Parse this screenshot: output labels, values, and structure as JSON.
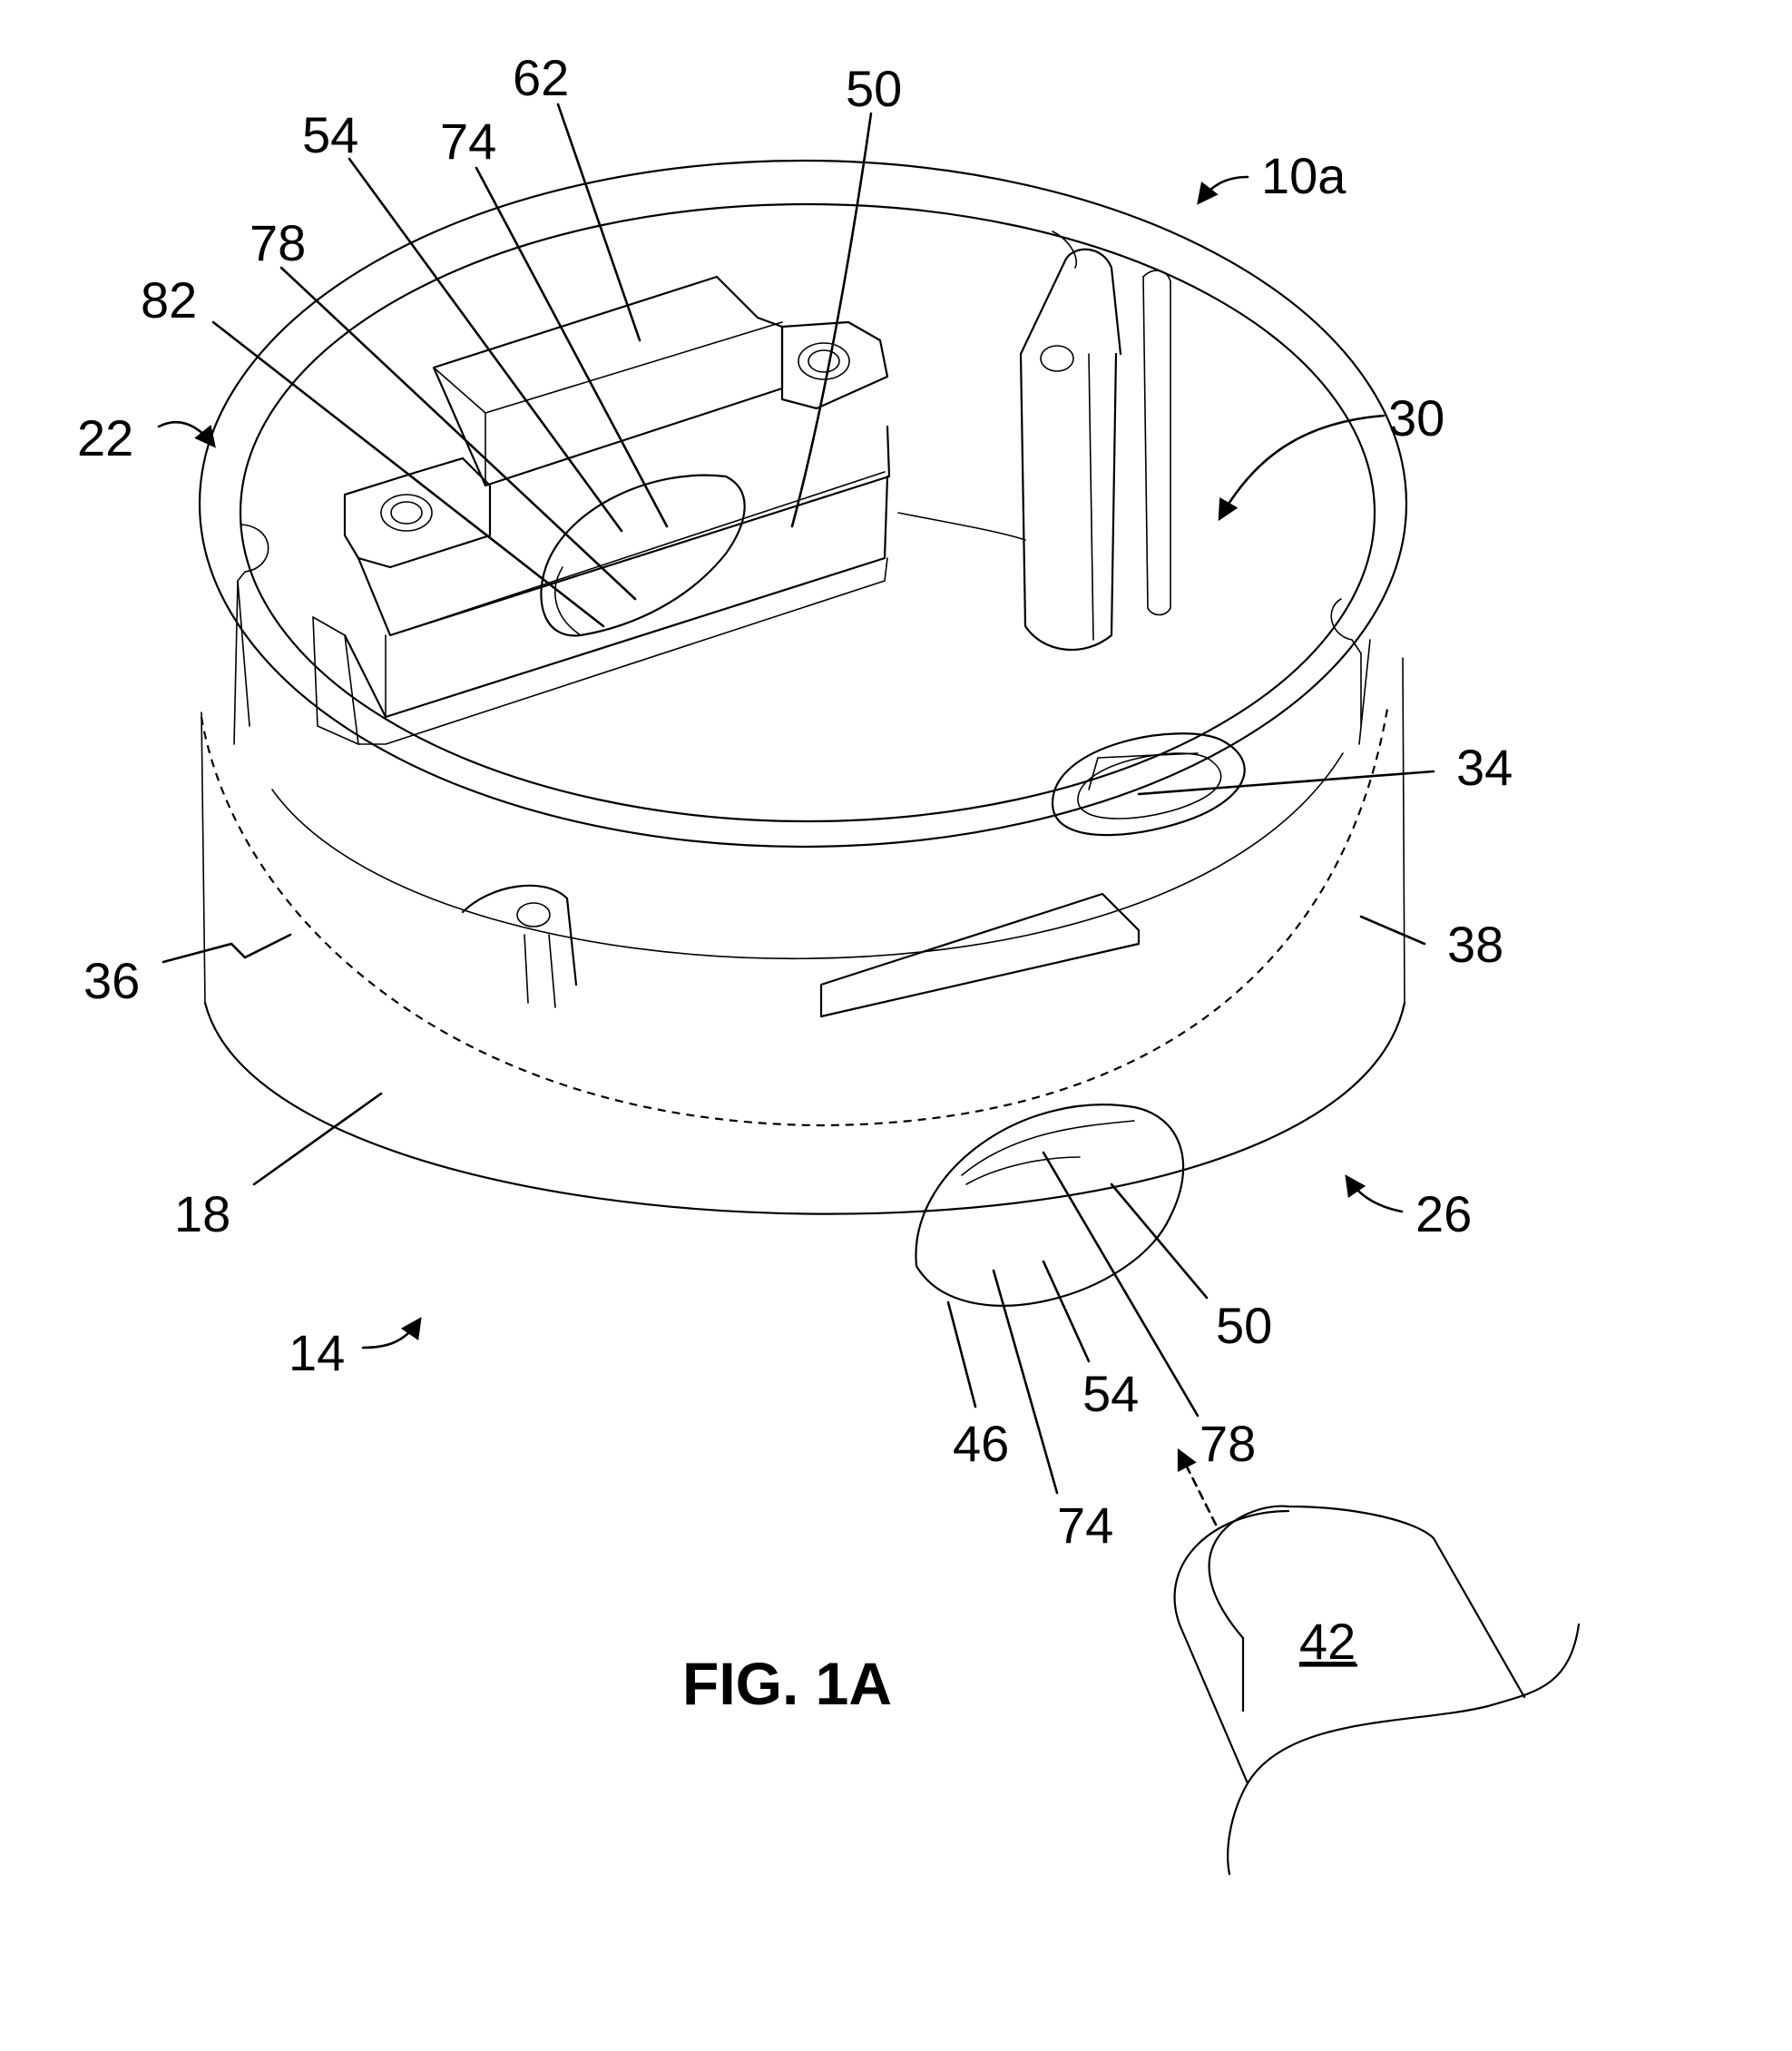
{
  "figure": {
    "caption": "FIG. 1A"
  },
  "reference_numerals": {
    "n62": "62",
    "n50_top": "50",
    "n54_top": "54",
    "n74_top": "74",
    "n10a": "10a",
    "n78_top": "78",
    "n82": "82",
    "n22": "22",
    "n30": "30",
    "n34": "34",
    "n36": "36",
    "n38": "38",
    "n18": "18",
    "n26": "26",
    "n14": "14",
    "n50_bottom": "50",
    "n54_bottom": "54",
    "n46": "46",
    "n78_bottom": "78",
    "n74_bottom": "74",
    "n42": "42"
  }
}
